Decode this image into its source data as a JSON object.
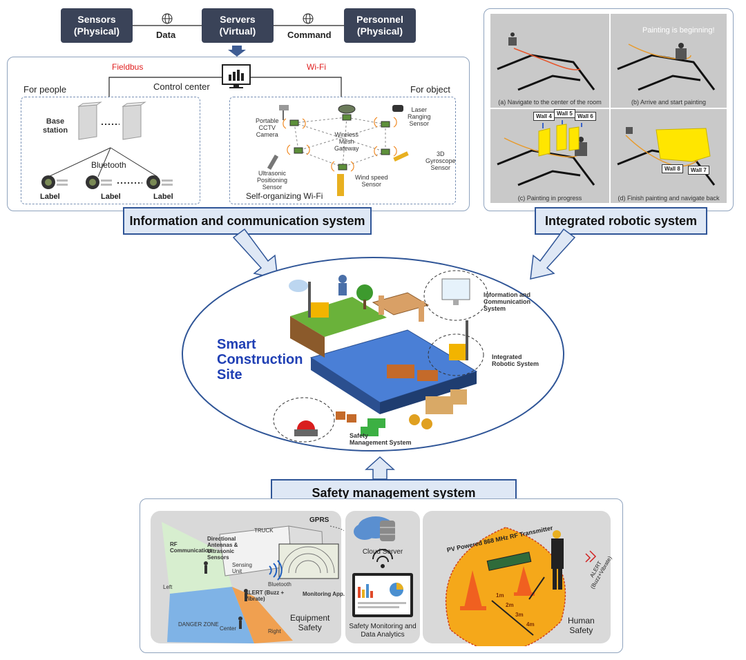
{
  "flow": {
    "sensors": "Sensors\n(Physical)",
    "servers": "Servers\n(Virtual)",
    "personnel": "Personnel\n(Physical)",
    "data_label": "Data",
    "command_label": "Command"
  },
  "ics": {
    "fieldbus": "Fieldbus",
    "wifi": "Wi-Fi",
    "control_center": "Control center",
    "for_people": "For people",
    "for_object": "For object",
    "base_station": "Base\nstation",
    "bluetooth": "Bluetooth",
    "dots": "......",
    "label": "Label",
    "portable_cctv": "Portable\nCCTV\nCamera",
    "wireless_gateway": "Wireless\nMesh\nGateway",
    "laser_sensor": "Laser\nRanging\nSensor",
    "gyro_sensor": "3D\nGyroscope\nSensor",
    "ultrasonic_sensor": "Ultrasonic\nPositioning\nSensor",
    "wind_sensor": "Wind speed\nSensor",
    "self_org_wifi": "Self-organizing Wi-Fi",
    "title": "Information and communication system"
  },
  "robotic": {
    "cap_a": "(a) Navigate to the center of the room",
    "cap_b": "(b) Arrive and start painting",
    "cap_c": "(c) Painting in progress",
    "cap_d": "(d) Finish painting and navigate back",
    "painting_beginning": "Painting is beginning!",
    "wall4": "Wall 4",
    "wall5": "Wall 5",
    "wall6": "Wall 6",
    "wall7": "Wall 7",
    "wall8": "Wall 8",
    "title": "Integrated robotic system"
  },
  "center": {
    "smart": "Smart\nConstruction\nSite",
    "ics_label": "Information and\nCommunication\nSystem",
    "irs_label": "Integrated\nRobotic System",
    "sms_label": "Safety\nManagement System"
  },
  "safety": {
    "title": "Safety management system",
    "gprs": "GPRS",
    "truck": "TRUCK",
    "rf_comm": "RF\nCommunication",
    "directional": "Directional\nAntennas &\nUltrasonic\nSensors",
    "sensing_unit": "Sensing\nUnit",
    "bluetooth_small": "Bluetooth",
    "alert_buzz": "ALERT (Buzz +\nVibrate)",
    "monitoring_app": "Monitoring App.",
    "danger_zone": "DANGER ZONE",
    "left": "Left",
    "right": "Right",
    "center_small": "Center",
    "equipment_safety": "Equipment\nSafety",
    "cloud_server": "Cloud Server",
    "safety_monitoring": "Safety Monitoring and\nData Analytics",
    "rf_transmitter": "PV Powered 868 MHz RF Transmitter",
    "alert_right": "ALERT\n(Buzz+Vibrate)",
    "human_safety": "Human\nSafety",
    "m1": "1m",
    "m2": "2m",
    "m3": "3m",
    "m4": "4m"
  }
}
